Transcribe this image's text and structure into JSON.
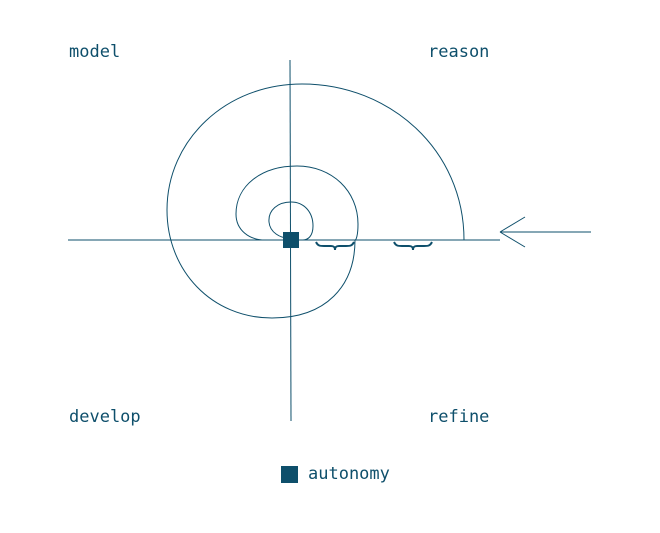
{
  "colors": {
    "ink": "#0e4f6b",
    "background": "#ffffff"
  },
  "quadrants": {
    "top_left": "model",
    "top_right": "reason",
    "bottom_left": "develop",
    "bottom_right": "refine"
  },
  "legend": {
    "label": "autonomy",
    "marker": "square"
  },
  "diagram": {
    "input_arrow": "incoming-arrow-icon",
    "center_marker": "autonomy-square",
    "spiral_turns": 3,
    "braces": 2
  }
}
